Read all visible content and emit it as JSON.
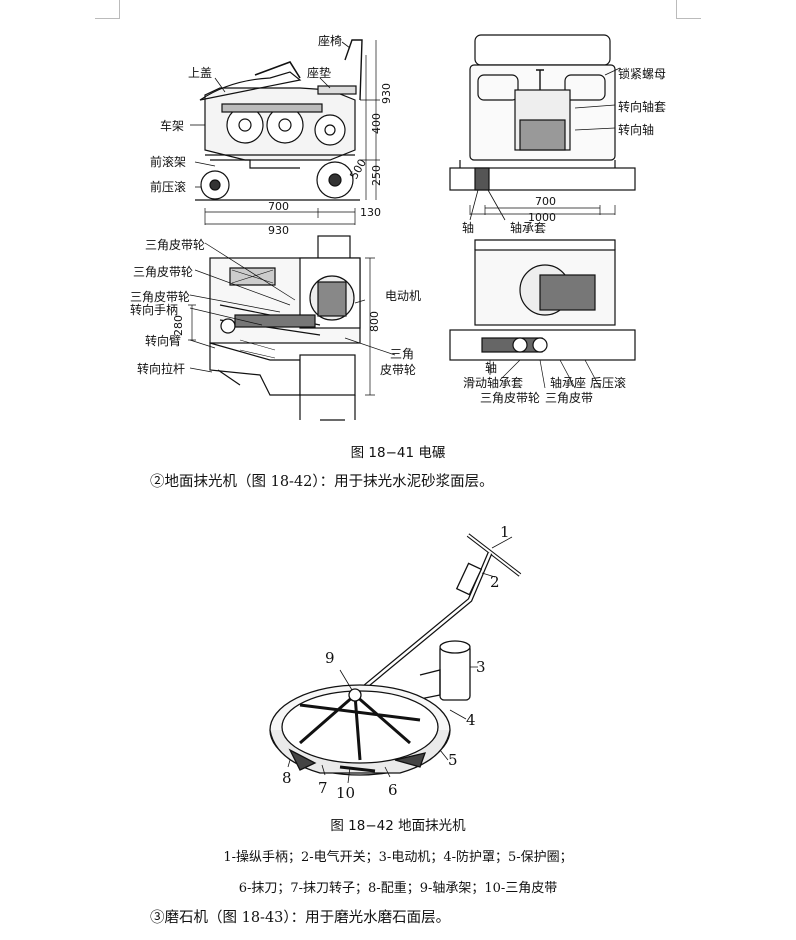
{
  "figure_18_41": {
    "labels": {
      "seat": "座椅",
      "top_cover": "上盖",
      "cushion": "座垫",
      "frame": "车架",
      "front_roller_frame": "前滚架",
      "front_press_roller": "前压滚",
      "lock_nut": "锁紧螺母",
      "steering_sleeve": "转向轴套",
      "steering_shaft": "转向轴",
      "shaft": "轴",
      "bearing_sleeve": "轴承套",
      "v_pulley_1": "三角皮带轮",
      "v_pulley_2": "三角皮带轮",
      "v_pulley_3": "三角皮带轮",
      "steering_handle": "转向手柄",
      "steering_arm": "转向臂",
      "steering_rod": "转向拉杆",
      "motor": "电动机",
      "v_pulley_right_1": "三角",
      "v_pulley_right_2": "皮带轮",
      "shaft_b": "轴",
      "sliding_bearing_sleeve": "滑动轴承套",
      "bearing_seat": "轴承座",
      "rear_press_roller": "后压滚",
      "v_pulley_b": "三角皮带轮",
      "v_belt": "三角皮带"
    },
    "dims": {
      "d400": "400",
      "d930v": "930",
      "d250": "250",
      "d500": "500",
      "d700": "700",
      "d130": "130",
      "d930h": "930",
      "d700r": "700",
      "d1000": "1000",
      "d280": "280",
      "d800": "800"
    },
    "caption": "图 18−41  电碾"
  },
  "paragraph_2": "②地面抹光机（图 18-42）：用于抹光水泥砂浆面层。",
  "figure_18_42": {
    "numbers": [
      "1",
      "2",
      "3",
      "4",
      "5",
      "6",
      "7",
      "8",
      "9",
      "10"
    ],
    "caption": "图 18−42  地面抹光机",
    "legend_line1": "1-操纵手柄；2-电气开关；3-电动机；4-防护罩；5-保护圈；",
    "legend_line2": "6-抹刀；7-抹刀转子；8-配重；9-轴承架；10-三角皮带"
  },
  "paragraph_3": "③磨石机（图 18-43）：用于磨光水磨石面层。"
}
